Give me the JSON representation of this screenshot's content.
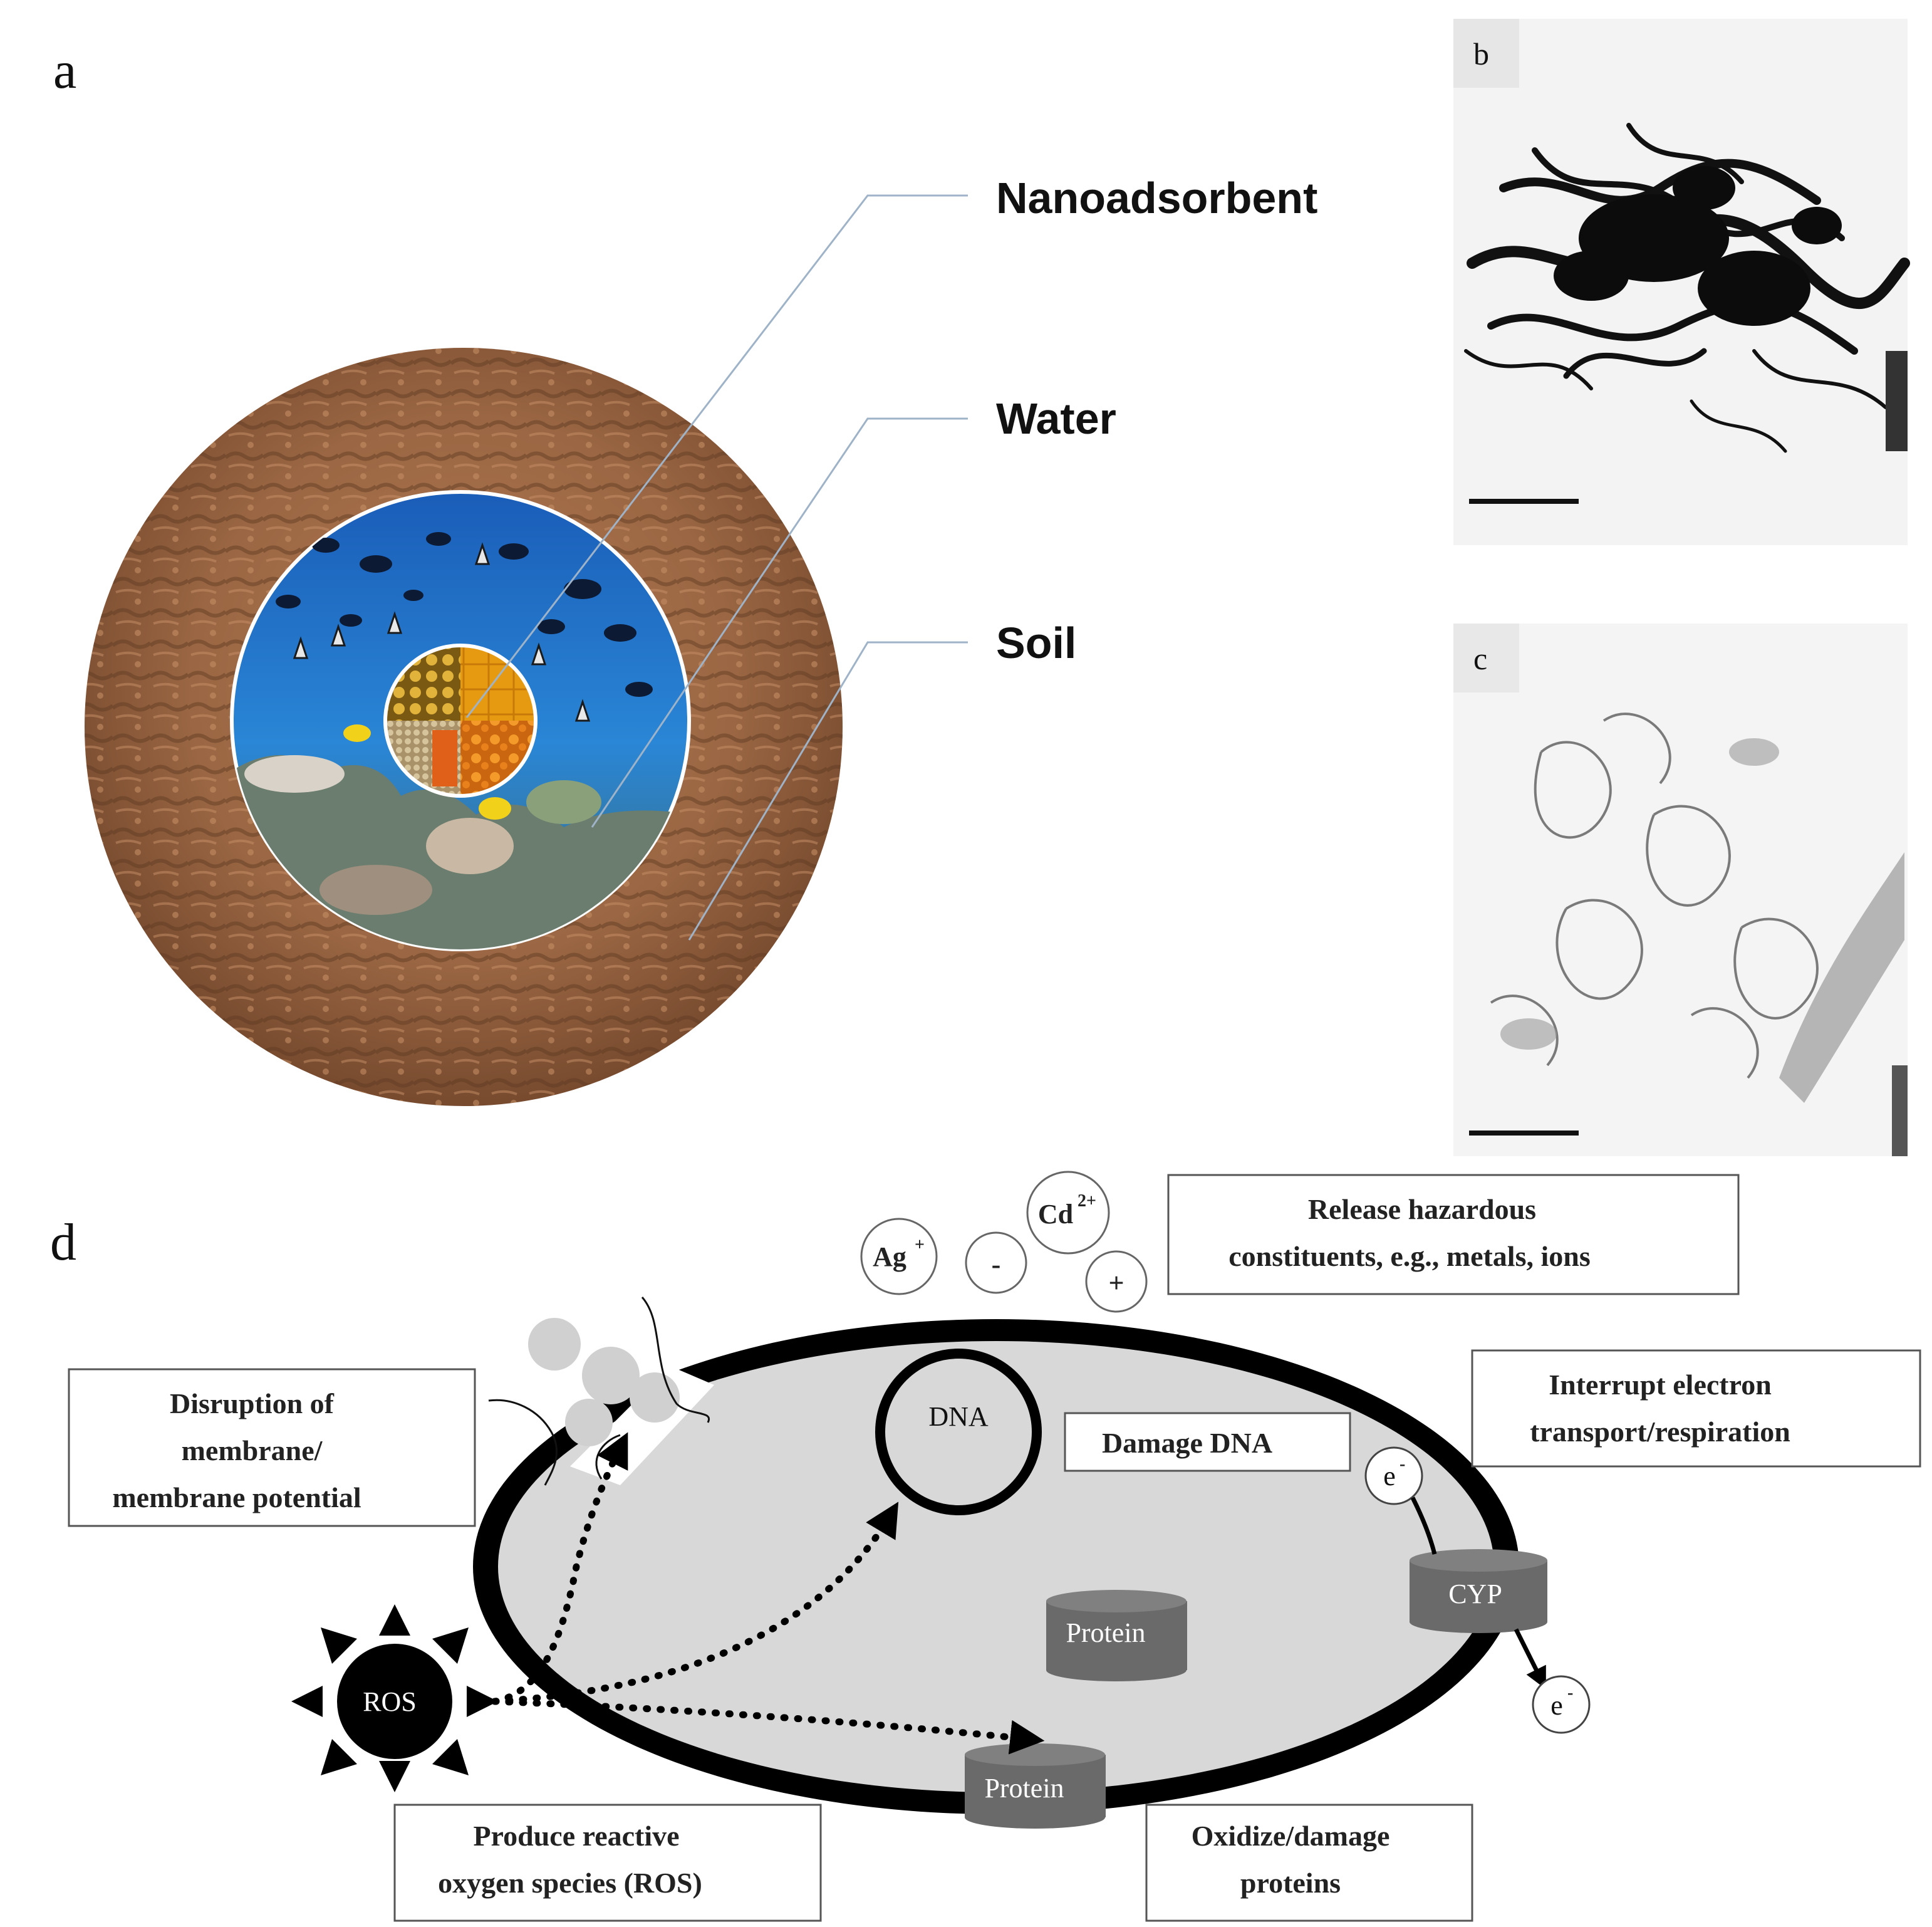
{
  "panels": {
    "a": "a",
    "b": "b",
    "c": "c",
    "d": "d"
  },
  "panel_a": {
    "labels": {
      "nanoadsorbent": "Nanoadsorbent",
      "water": "Water",
      "soil": "Soil"
    },
    "colors": {
      "soil": "#9a6a48",
      "water": "#1f6fc4",
      "nanoadsorbent": "#e9a21c"
    }
  },
  "panel_d": {
    "boxes": {
      "release": [
        "Release hazardous",
        "constituents, e.g., metals, ions"
      ],
      "disruption": [
        "Disruption of",
        "membrane/",
        "membrane potential"
      ],
      "interrupt": [
        "Interrupt electron",
        "transport/respiration"
      ],
      "damage_dna": [
        "Damage DNA"
      ],
      "ros_box": [
        "Produce reactive",
        "oxygen species (ROS)"
      ],
      "oxidize": [
        "Oxidize/damage",
        "proteins"
      ]
    },
    "elements": {
      "dna": "DNA",
      "protein_center": "Protein",
      "protein_bottom": "Protein",
      "cyp": "CYP",
      "ros": "ROS",
      "electron_in": "e",
      "electron_out": "e",
      "electron_sup": "-"
    },
    "ions": {
      "ag": "Ag",
      "ag_sup": "+",
      "cd": "Cd",
      "cd_sup": "2+",
      "minus": "-",
      "plus": "+"
    }
  }
}
